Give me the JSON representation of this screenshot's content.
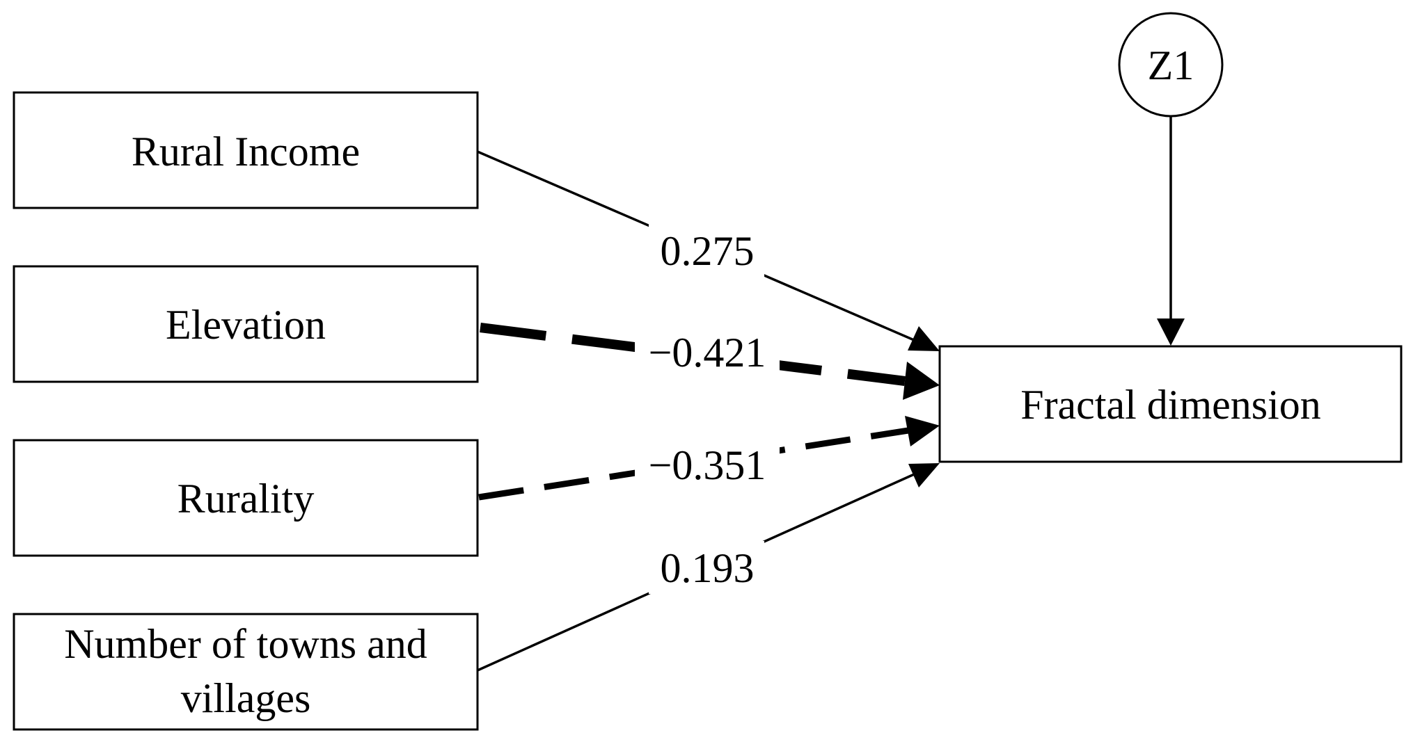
{
  "nodes": {
    "rural_income": "Rural Income",
    "elevation": "Elevation",
    "rurality": "Rurality",
    "towns_line1": "Number of towns and",
    "towns_line2": "villages",
    "fractal": "Fractal dimension",
    "z1": "Z1"
  },
  "paths": [
    {
      "from": "Rural Income",
      "to": "Fractal dimension",
      "coefficient": "0.275",
      "style": "solid"
    },
    {
      "from": "Elevation",
      "to": "Fractal dimension",
      "coefficient": "−0.421",
      "style": "dashed"
    },
    {
      "from": "Rurality",
      "to": "Fractal dimension",
      "coefficient": "−0.351",
      "style": "dashed"
    },
    {
      "from": "Number of towns and villages",
      "to": "Fractal dimension",
      "coefficient": "0.193",
      "style": "solid"
    },
    {
      "from": "Z1",
      "to": "Fractal dimension",
      "coefficient": "",
      "style": "solid"
    }
  ],
  "colors": {
    "stroke": "#000000",
    "background": "#ffffff"
  }
}
